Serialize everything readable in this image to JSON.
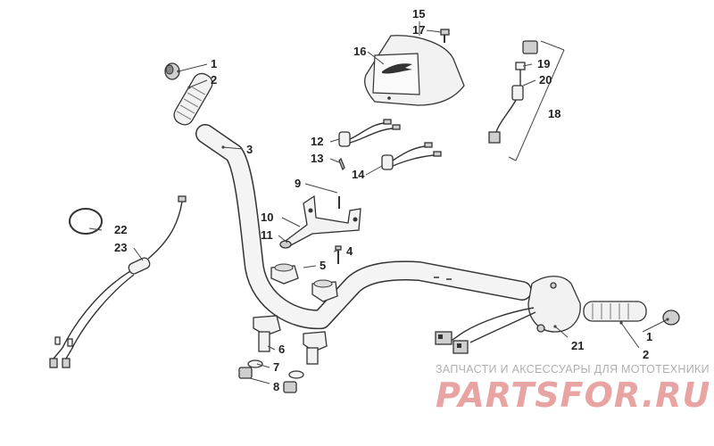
{
  "diagram": {
    "callouts": [
      {
        "id": "c1a",
        "label": "1"
      },
      {
        "id": "c2a",
        "label": "2"
      },
      {
        "id": "c3",
        "label": "3"
      },
      {
        "id": "c4",
        "label": "4"
      },
      {
        "id": "c5",
        "label": "5"
      },
      {
        "id": "c6",
        "label": "6"
      },
      {
        "id": "c7",
        "label": "7"
      },
      {
        "id": "c8",
        "label": "8"
      },
      {
        "id": "c9",
        "label": "9"
      },
      {
        "id": "c10",
        "label": "10"
      },
      {
        "id": "c11",
        "label": "11"
      },
      {
        "id": "c12",
        "label": "12"
      },
      {
        "id": "c13",
        "label": "13"
      },
      {
        "id": "c14",
        "label": "14"
      },
      {
        "id": "c15",
        "label": "15"
      },
      {
        "id": "c16",
        "label": "16"
      },
      {
        "id": "c17",
        "label": "17"
      },
      {
        "id": "c18",
        "label": "18"
      },
      {
        "id": "c19",
        "label": "19"
      },
      {
        "id": "c20",
        "label": "20"
      },
      {
        "id": "c21",
        "label": "21"
      },
      {
        "id": "c22",
        "label": "22"
      },
      {
        "id": "c23",
        "label": "23"
      },
      {
        "id": "c1b",
        "label": "1"
      },
      {
        "id": "c2b",
        "label": "2"
      }
    ]
  },
  "watermark": {
    "tagline": "ЗАПЧАСТИ И АКСЕССУАРЫ ДЛЯ МОТОТЕХНИКИ",
    "logo": "PARTSFOR.RU",
    "logo_color": "#e8a3a3"
  }
}
